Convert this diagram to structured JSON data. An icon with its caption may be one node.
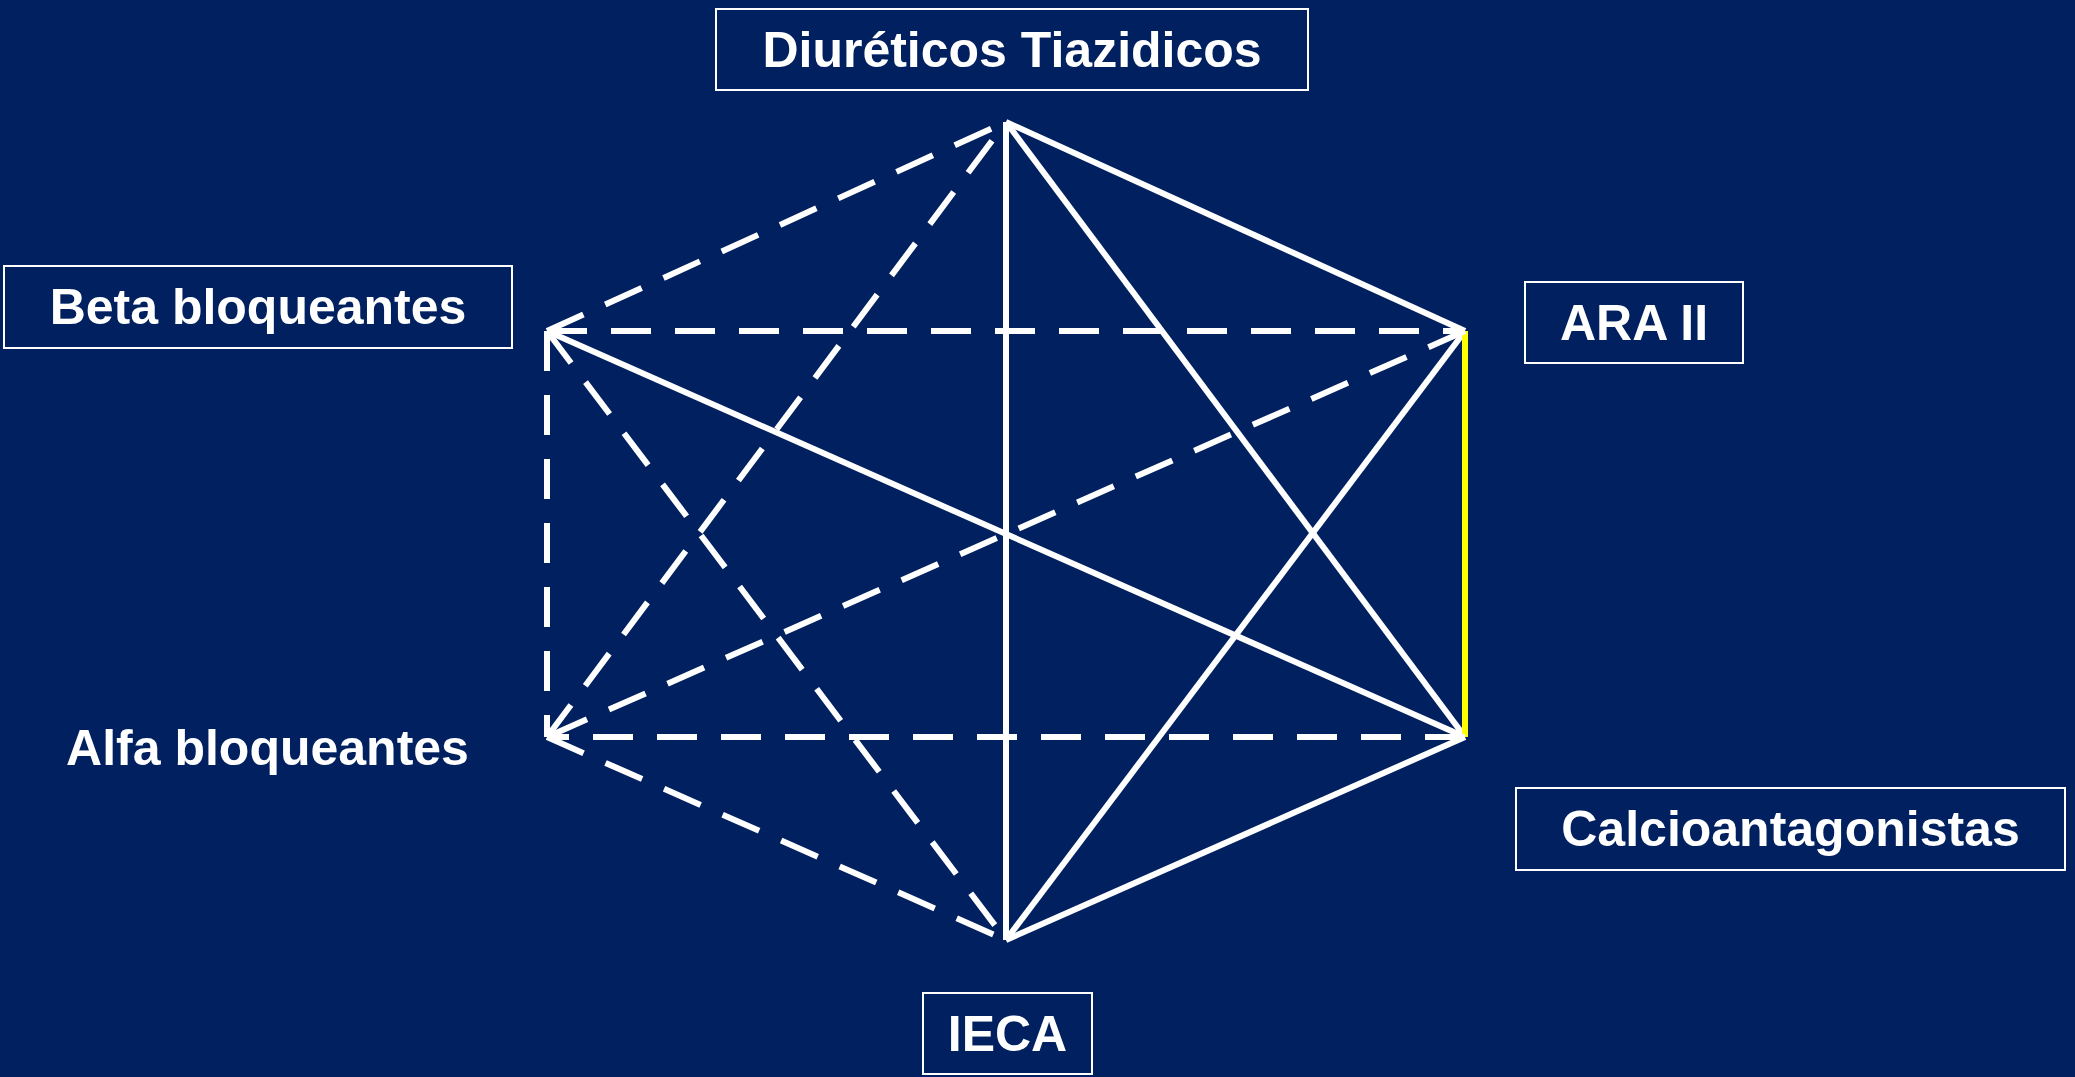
{
  "diagram": {
    "nodes": [
      {
        "text": [
          "Diuréticos Tiazidicos"
        ]
      },
      {
        "text": [
          "Beta bloqueantes"
        ]
      },
      {
        "text": [
          "ARA II"
        ]
      },
      {
        "text": [
          "Alfa bloqueantes"
        ]
      },
      {
        "text": [
          "Calcioantagonistas"
        ]
      },
      {
        "text": [
          "IECA"
        ]
      }
    ],
    "edges": [
      {
        "from": 0,
        "to": 2,
        "arrow": "none"
      },
      {
        "from": 0,
        "to": 5,
        "arrow": "none"
      },
      {
        "from": 0,
        "to": 4,
        "arrow": "none"
      },
      {
        "from": 1,
        "to": 4,
        "arrow": "none"
      },
      {
        "from": 2,
        "to": 5,
        "arrow": "none"
      },
      {
        "from": 4,
        "to": 5,
        "arrow": "none"
      },
      {
        "from": 2,
        "to": 4,
        "arrow": "none",
        "color": "#ffff00"
      },
      {
        "from": 1,
        "to": 0,
        "arrow": "none",
        "style": "dashed"
      },
      {
        "from": 3,
        "to": 0,
        "arrow": "none",
        "style": "dashed"
      },
      {
        "from": 1,
        "to": 2,
        "arrow": "none",
        "style": "dashed"
      },
      {
        "from": 1,
        "to": 3,
        "arrow": "none",
        "style": "dashed"
      },
      {
        "from": 1,
        "to": 5,
        "arrow": "none",
        "style": "dashed"
      },
      {
        "from": 2,
        "to": 3,
        "arrow": "none",
        "style": "dashed"
      },
      {
        "from": 4,
        "to": 3,
        "arrow": "none",
        "style": "dashed"
      },
      {
        "from": 3,
        "to": 5,
        "arrow": "none",
        "style": "dashed"
      }
    ]
  }
}
